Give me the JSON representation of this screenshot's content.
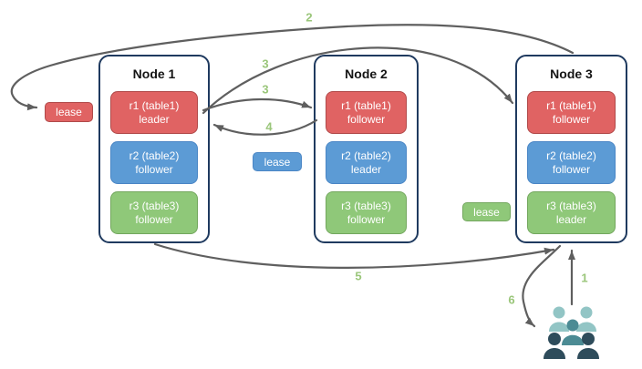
{
  "nodes": [
    {
      "title": "Node 1",
      "replicas": [
        {
          "name": "r1 (table1)",
          "role": "leader",
          "color": "red"
        },
        {
          "name": "r2 (table2)",
          "role": "follower",
          "color": "blue"
        },
        {
          "name": "r3 (table3)",
          "role": "follower",
          "color": "green"
        }
      ]
    },
    {
      "title": "Node 2",
      "replicas": [
        {
          "name": "r1 (table1)",
          "role": "follower",
          "color": "red"
        },
        {
          "name": "r2 (table2)",
          "role": "leader",
          "color": "blue"
        },
        {
          "name": "r3 (table3)",
          "role": "follower",
          "color": "green"
        }
      ]
    },
    {
      "title": "Node 3",
      "replicas": [
        {
          "name": "r1 (table1)",
          "role": "follower",
          "color": "red"
        },
        {
          "name": "r2 (table2)",
          "role": "follower",
          "color": "blue"
        },
        {
          "name": "r3 (table3)",
          "role": "leader",
          "color": "green"
        }
      ]
    }
  ],
  "leases": [
    {
      "label": "lease",
      "color": "red"
    },
    {
      "label": "lease",
      "color": "blue"
    },
    {
      "label": "lease",
      "color": "green"
    }
  ],
  "steps": {
    "s1": "1",
    "s2": "2",
    "s3a": "3",
    "s3b": "3",
    "s4": "4",
    "s5": "5",
    "s6": "6"
  },
  "icons": {
    "clients": "users-group-icon"
  },
  "colors": {
    "red": "#E06363",
    "red_border": "#B04A4A",
    "blue": "#5C9BD5",
    "blue_border": "#4A86C5",
    "green": "#8FC879",
    "green_border": "#73A75E",
    "node_border": "#1F3A5F",
    "arrow": "#5F5F5F",
    "step_number": "#9AC67A",
    "people_light": "#92C5C5",
    "people_mid": "#4C8B94",
    "people_dark": "#2E4C5B"
  }
}
